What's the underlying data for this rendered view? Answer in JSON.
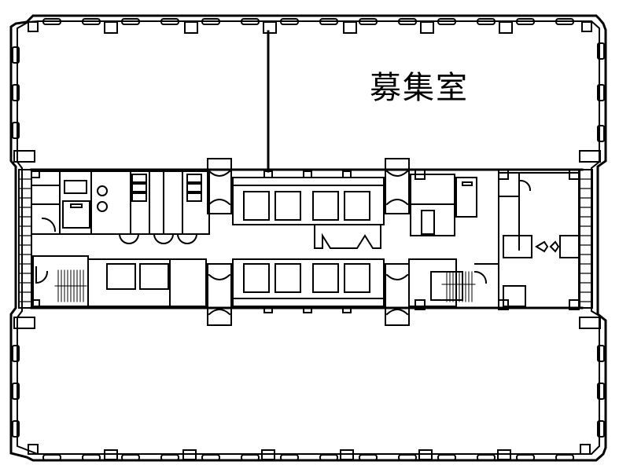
{
  "floor_plan": {
    "room_label": "募集室",
    "colors": {
      "line": "#000000",
      "background": "#ffffff"
    },
    "zones": [
      {
        "name": "north-office-area",
        "label": "募集室"
      },
      {
        "name": "south-office-area"
      },
      {
        "name": "core-west-restrooms"
      },
      {
        "name": "core-west-stair"
      },
      {
        "name": "core-center-elevators-north",
        "elevator_count": 4
      },
      {
        "name": "core-center-elevators-south",
        "elevator_count": 4
      },
      {
        "name": "core-east-stair"
      },
      {
        "name": "core-east-rooms"
      }
    ]
  }
}
